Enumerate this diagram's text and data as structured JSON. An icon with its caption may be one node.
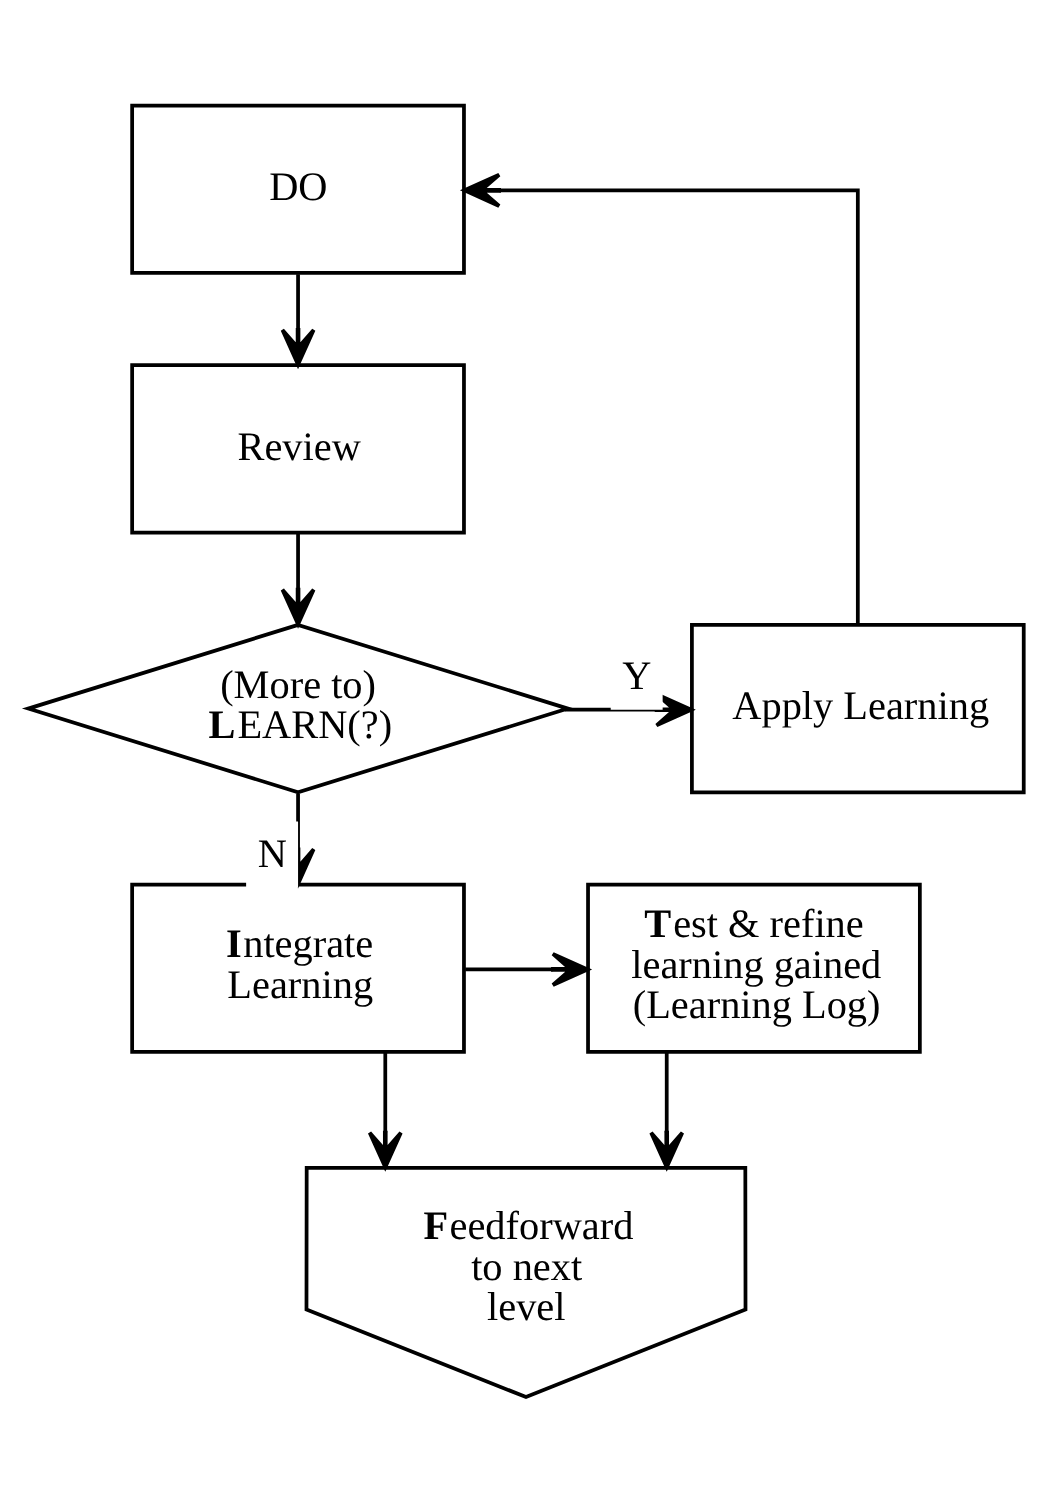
{
  "diagram": {
    "nodes": [
      {
        "text": [
          "DO"
        ]
      },
      {
        "text": [
          "Review"
        ]
      },
      {
        "text": [
          "(More to) **L**EARN(?)"
        ]
      },
      {
        "text": [
          "Apply Learning"
        ]
      },
      {
        "text": [
          "**I**ntegrate Learning"
        ]
      },
      {
        "text": [
          "**T**est & refine learning gained (Learning Log)"
        ]
      },
      {
        "text": [
          "**F**eedforward to next level"
        ]
      }
    ],
    "edges": [
      {
        "from": 0,
        "to": 1,
        "arrow": "to"
      },
      {
        "from": 1,
        "to": 2,
        "arrow": "to"
      },
      {
        "from": 2,
        "to": 3,
        "arrow": "to",
        "label": "Y"
      },
      {
        "from": 3,
        "to": 0,
        "arrow": "to"
      },
      {
        "from": 2,
        "to": 4,
        "arrow": "to",
        "label": "N"
      },
      {
        "from": 4,
        "to": 5,
        "arrow": "to"
      },
      {
        "from": 4,
        "to": 6,
        "arrow": "to"
      },
      {
        "from": 5,
        "to": 6,
        "arrow": "to"
      }
    ]
  }
}
